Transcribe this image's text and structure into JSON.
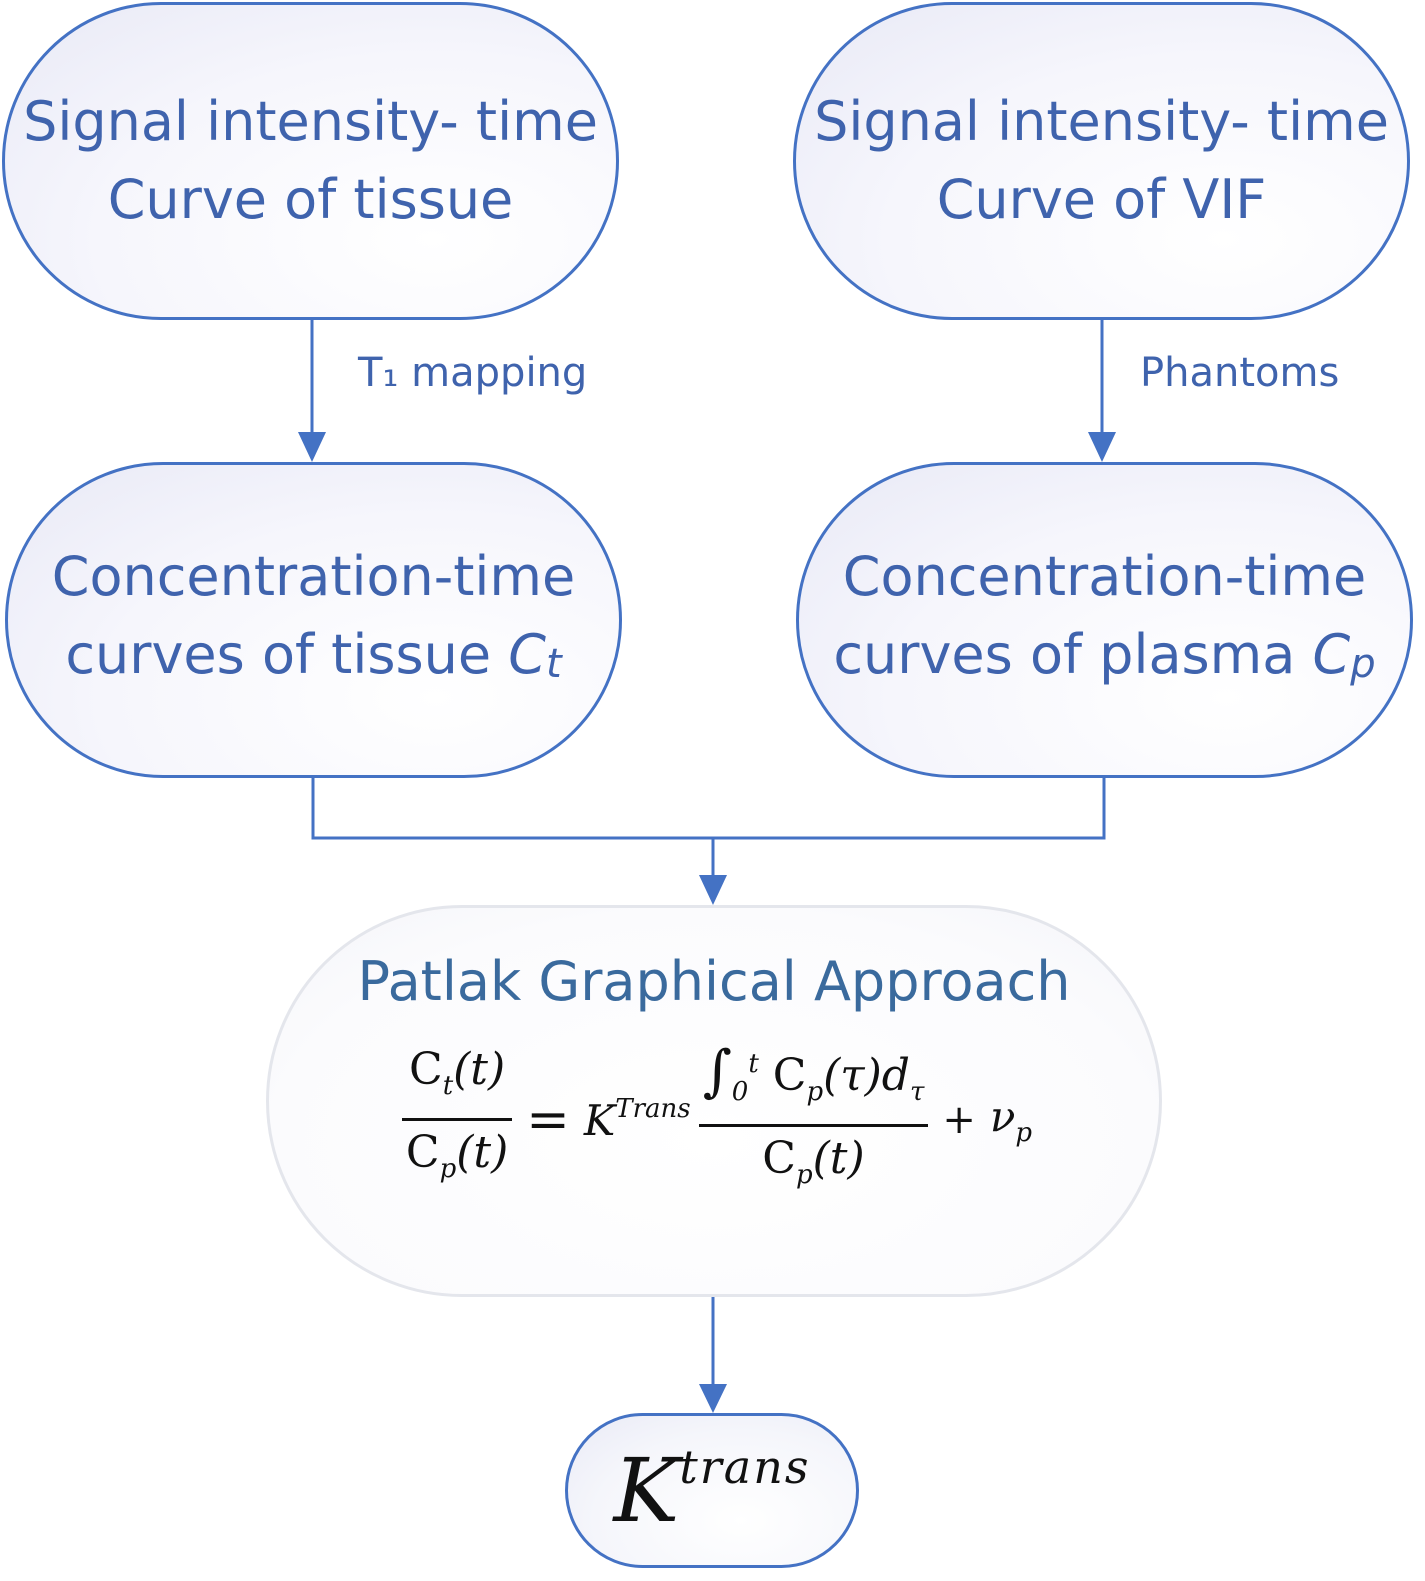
{
  "nodes": {
    "signal_tissue": {
      "line1": "Signal intensity- time",
      "line2": "Curve of tissue"
    },
    "signal_vif": {
      "line1": "Signal intensity- time",
      "line2": "Curve of VIF"
    },
    "conc_tissue": {
      "line1": "Concentration-time",
      "line2_text": "curves of tissue ",
      "var": "C",
      "sub": "t"
    },
    "conc_plasma": {
      "line1": "Concentration-time",
      "line2_text": "curves of plasma ",
      "var": "C",
      "sub": "p"
    },
    "patlak": {
      "title": "Patlak  Graphical Approach",
      "equation": {
        "lhs_num": "C",
        "lhs_num_sub": "t",
        "lhs_num_arg": "(t)",
        "lhs_den": "C",
        "lhs_den_sub": "p",
        "lhs_den_arg": "(t)",
        "equals": "=",
        "k": "K",
        "k_sup": "Trans",
        "int_sym": "∫",
        "int_lower": "0",
        "int_upper": "t",
        "rhs_num_c": "C",
        "rhs_num_sub": "p",
        "rhs_num_arg": "(τ)",
        "rhs_num_d": "d",
        "rhs_num_d_sub": "τ",
        "rhs_den": "C",
        "rhs_den_sub": "p",
        "rhs_den_arg": "(t)",
        "plus": "+",
        "v": "ν",
        "v_sub": "p"
      }
    },
    "ktrans": {
      "base": "K",
      "sup": "trans"
    }
  },
  "edges": {
    "t1_label": "T₁ mapping",
    "phantoms_label": "Phantoms"
  },
  "colors": {
    "accent": "#4472c4",
    "text": "#3f63ad",
    "patlak_title": "#3a6a9d"
  }
}
